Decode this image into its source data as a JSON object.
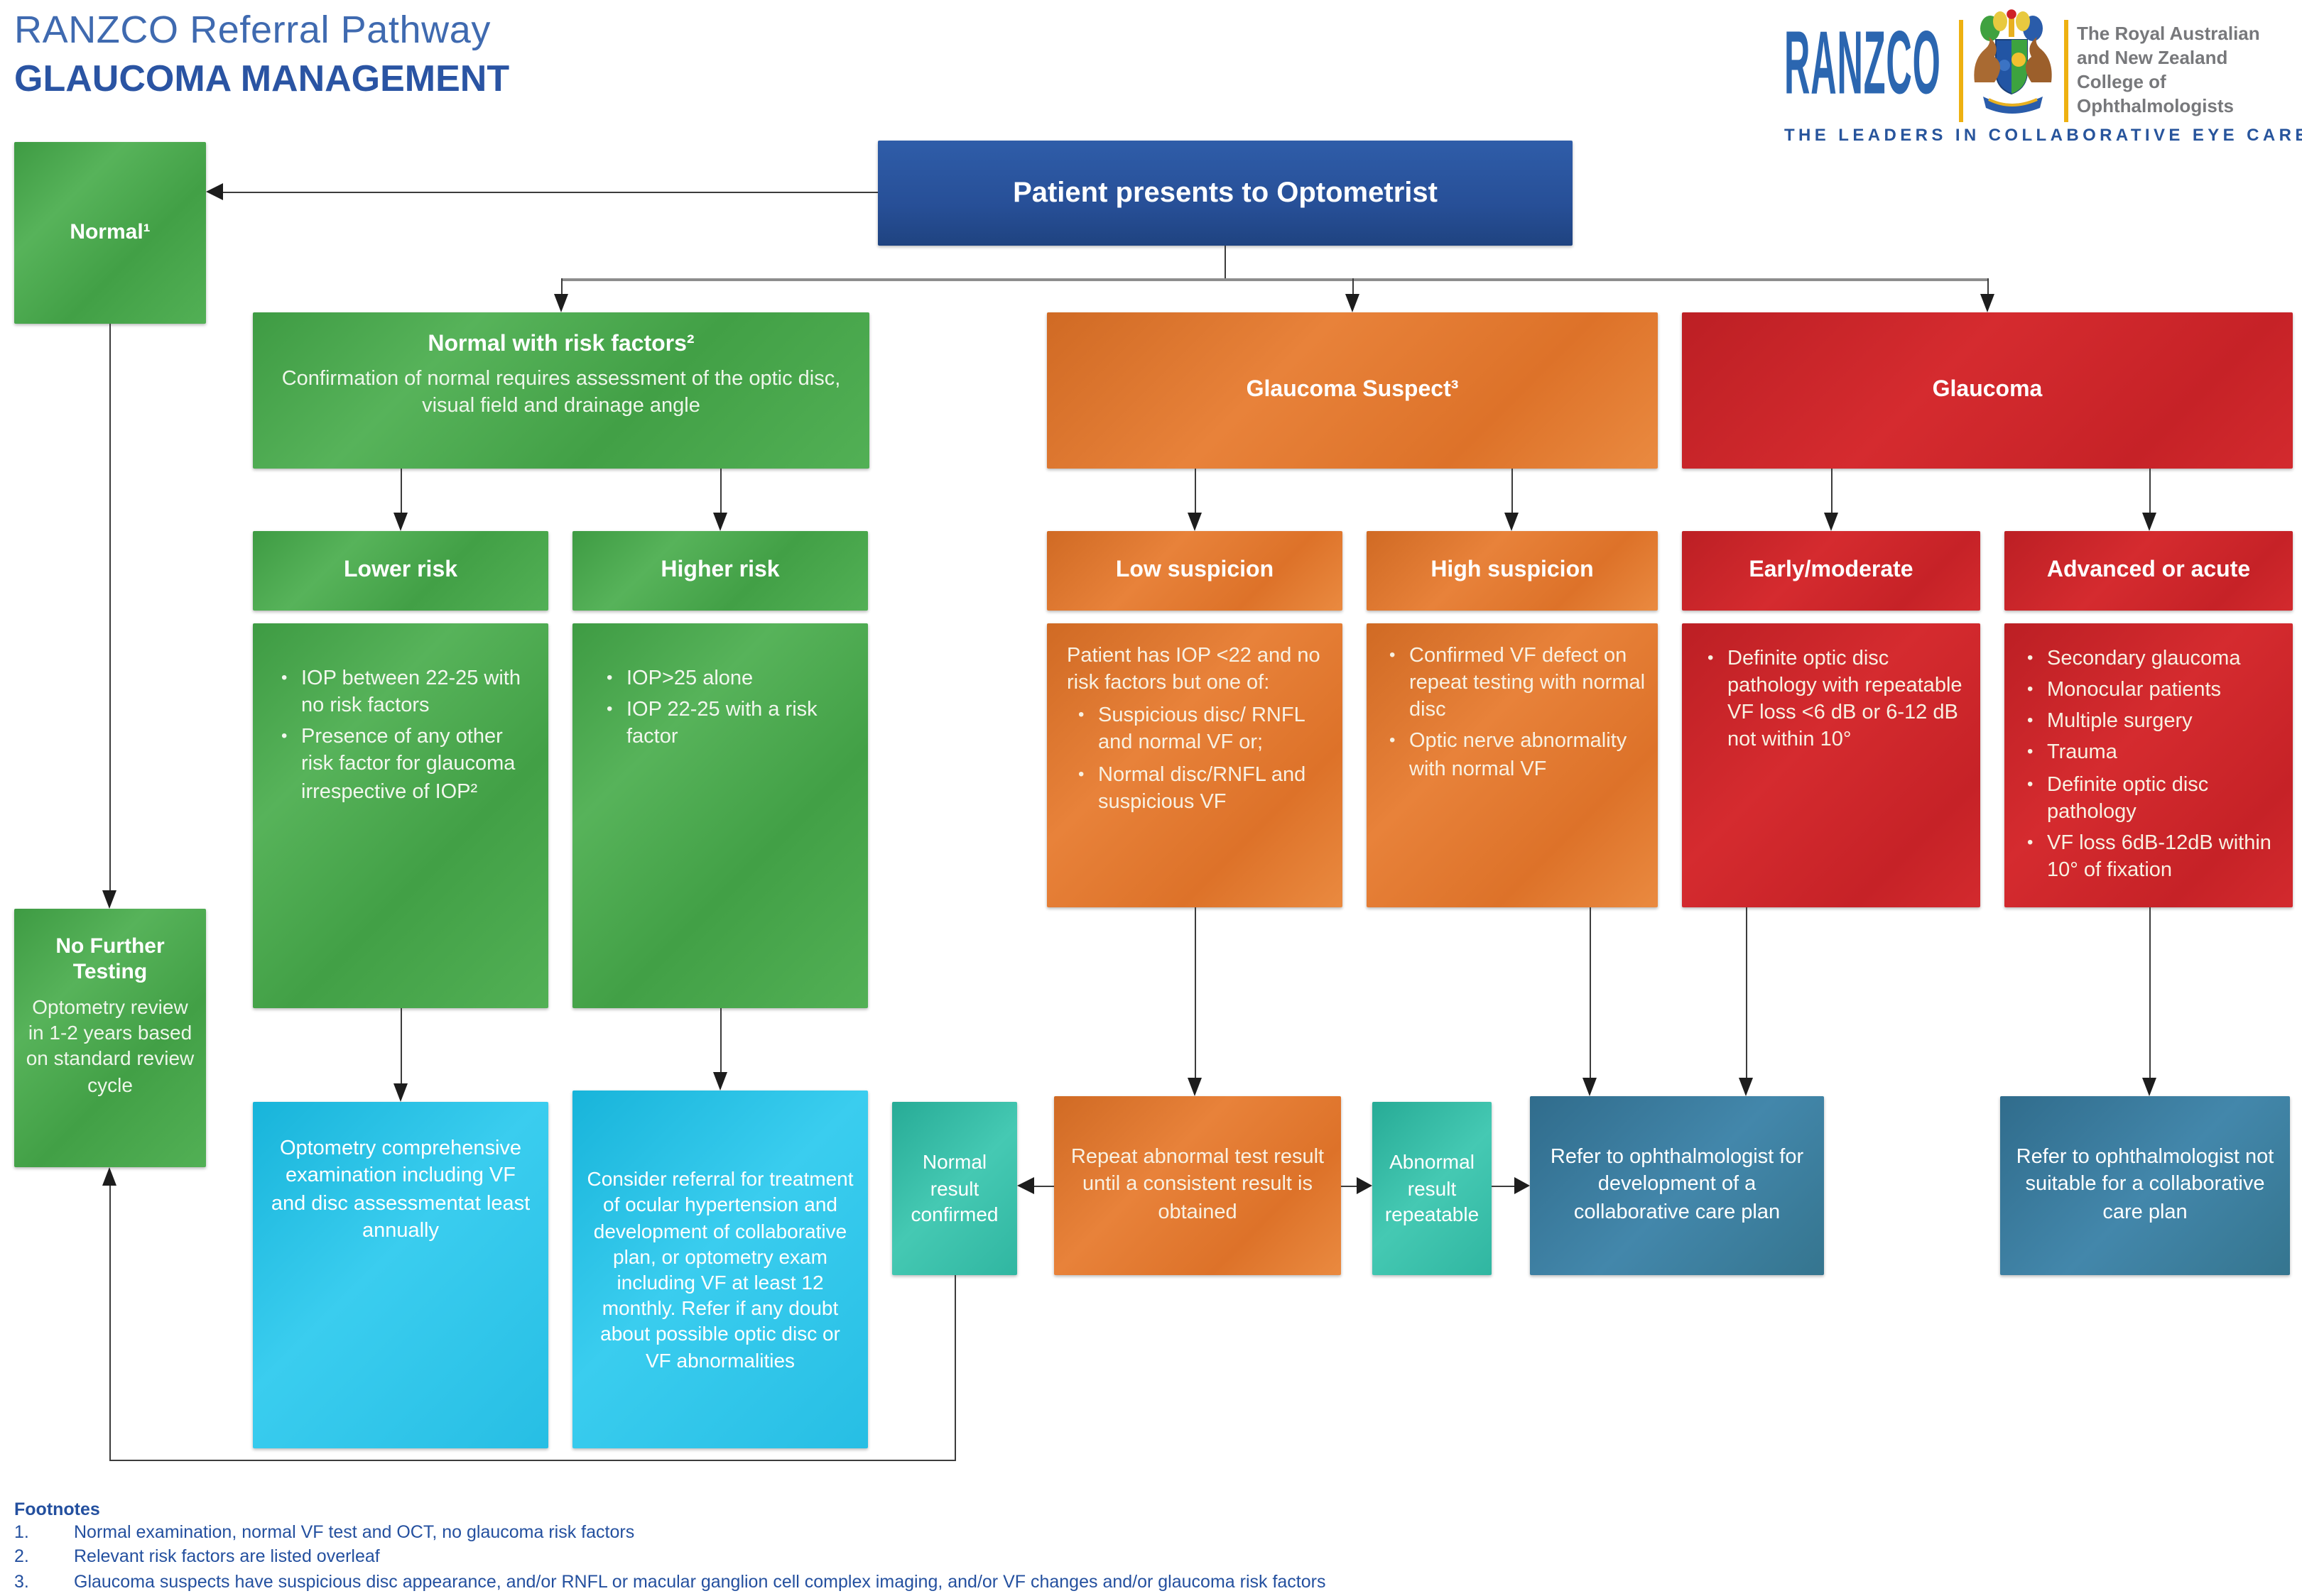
{
  "header": {
    "title_line1": "RANZCO Referral Pathway",
    "title_line2": "GLAUCOMA MANAGEMENT"
  },
  "logo": {
    "brand": "RANZCO",
    "org_line1": "The Royal Australian",
    "org_line2": "and New Zealand",
    "org_line3": "College of Ophthalmologists",
    "tagline": "THE LEADERS IN COLLABORATIVE EYE CARE"
  },
  "palette": {
    "green": "#4aa94d",
    "orange": "#e1782c",
    "red": "#cc2428",
    "patient_blue": "#2a54a0",
    "cyan": "#29c3e7",
    "teal": "#36bfaa",
    "steel_blue": "#3a7da1",
    "title_blue": "#2a54a3",
    "footnote_blue": "#24509f",
    "gold": "#eeb111"
  },
  "nodes": {
    "normal": {
      "label": "Normal¹"
    },
    "patient": {
      "label": "Patient presents to Optometrist"
    },
    "normal_with_risk": {
      "title": "Normal with risk factors²",
      "body": "Confirmation of normal requires assessment of the optic disc, visual field and drainage angle"
    },
    "glaucoma_suspect": {
      "title": "Glaucoma Suspect³"
    },
    "glaucoma": {
      "title": "Glaucoma"
    },
    "lower_risk": {
      "title": "Lower risk",
      "bullets": [
        "IOP between 22-25 with no risk factors",
        "Presence of any other risk factor for glaucoma irrespective of IOP²"
      ]
    },
    "higher_risk": {
      "title": "Higher risk",
      "bullets": [
        "IOP>25 alone",
        "IOP 22-25 with a risk factor"
      ]
    },
    "low_suspicion": {
      "title": "Low suspicion",
      "intro": "Patient has IOP <22 and no risk factors but one of:",
      "bullets": [
        "Suspicious disc/ RNFL and normal VF or;",
        "Normal disc/RNFL and suspicious VF"
      ]
    },
    "high_suspicion": {
      "title": "High suspicion",
      "bullets": [
        "Confirmed VF defect on repeat testing with normal disc",
        "Optic nerve abnormality with normal VF"
      ]
    },
    "early_moderate": {
      "title": "Early/moderate",
      "bullets": [
        "Definite optic disc pathology with repeatable VF loss <6 dB or 6-12 dB not within 10°"
      ]
    },
    "advanced_acute": {
      "title": "Advanced or acute",
      "bullets": [
        "Secondary glaucoma",
        "Monocular patients",
        "Multiple surgery",
        "Trauma",
        "Definite optic disc pathology",
        "VF loss 6dB-12dB within 10° of fixation"
      ]
    },
    "no_further_testing": {
      "title": "No Further Testing",
      "body": "Optometry review in 1-2 years based on standard review cycle"
    },
    "optometry_exam": {
      "body": "Optometry comprehensive examination including VF and disc assessmentat least annually"
    },
    "consider_referral": {
      "body": "Consider referral for treatment of ocular hypertension and development of collaborative plan, or optometry exam including VF at least 12 monthly. Refer if any doubt about possible optic disc or VF abnormalities"
    },
    "normal_result": {
      "label": "Normal result confirmed"
    },
    "repeat_abnormal": {
      "label": "Repeat abnormal test result until a consistent result is obtained"
    },
    "abnormal_repeatable": {
      "label": "Abnormal result repeatable"
    },
    "refer_collaborative": {
      "label": "Refer to ophthalmologist for development of a collaborative care plan"
    },
    "refer_not_suitable": {
      "label": "Refer to ophthalmologist not suitable for a collaborative care plan"
    }
  },
  "footnotes": {
    "heading": "Footnotes",
    "items": [
      {
        "num": "1.",
        "text": "Normal examination, normal VF test and OCT, no glaucoma risk factors"
      },
      {
        "num": "2.",
        "text": "Relevant risk factors are listed overleaf"
      },
      {
        "num": "3.",
        "text": "Glaucoma suspects have suspicious disc appearance, and/or RNFL or macular ganglion cell complex imaging, and/or VF changes and/or glaucoma risk factors"
      }
    ]
  }
}
